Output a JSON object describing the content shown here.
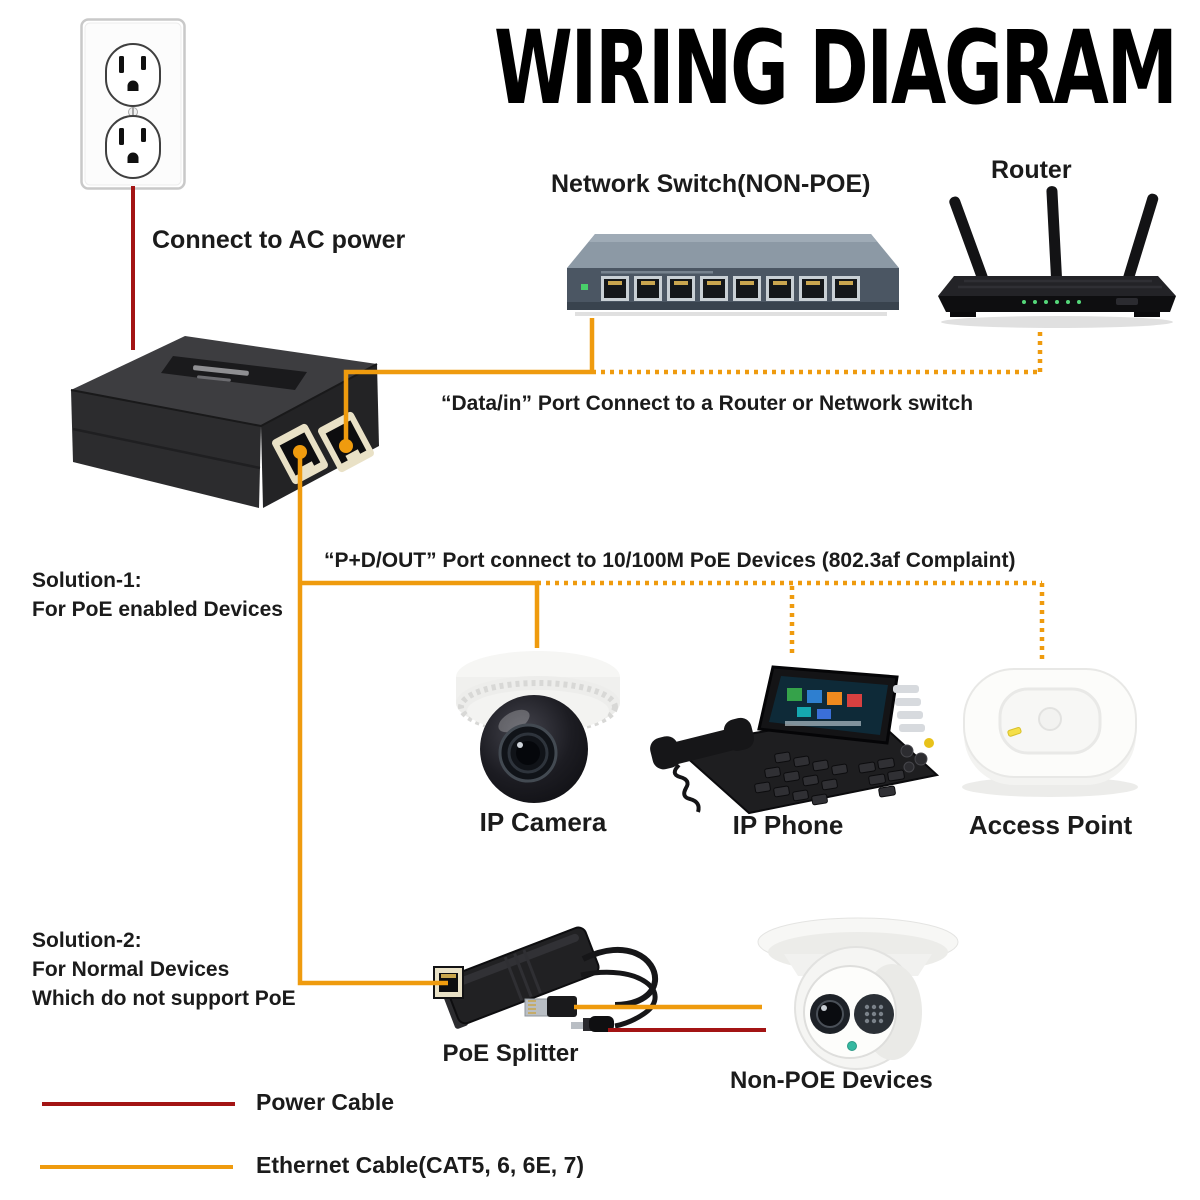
{
  "title": "WIRING DIAGRAM",
  "colors": {
    "power_cable": "#a31414",
    "ethernet_cable": "#ef9b0e"
  },
  "annotations": {
    "connect_ac": "Connect to AC power",
    "data_in": "“Data/in” Port Connect to a Router or Network switch",
    "pd_out": "“P+D/OUT” Port connect to 10/100M PoE Devices (802.3af Complaint)"
  },
  "solution1": {
    "line1": "Solution-1:",
    "line2": "For PoE enabled Devices"
  },
  "solution2": {
    "line1": "Solution-2:",
    "line2": "For Normal Devices",
    "line3": "Which do not support PoE"
  },
  "device_labels": {
    "network_switch": "Network Switch(NON-POE)",
    "router": "Router",
    "ip_camera": "IP Camera",
    "ip_phone": "IP Phone",
    "access_point": "Access Point",
    "poe_splitter": "PoE Splitter",
    "non_poe": "Non-POE Devices"
  },
  "legend": {
    "items": [
      {
        "label": "Power Cable",
        "color": "#a31414",
        "style": "solid"
      },
      {
        "label": "Ethernet Cable(CAT5, 6, 6E, 7)",
        "color": "#ef9b0e",
        "style": "solid"
      }
    ]
  }
}
